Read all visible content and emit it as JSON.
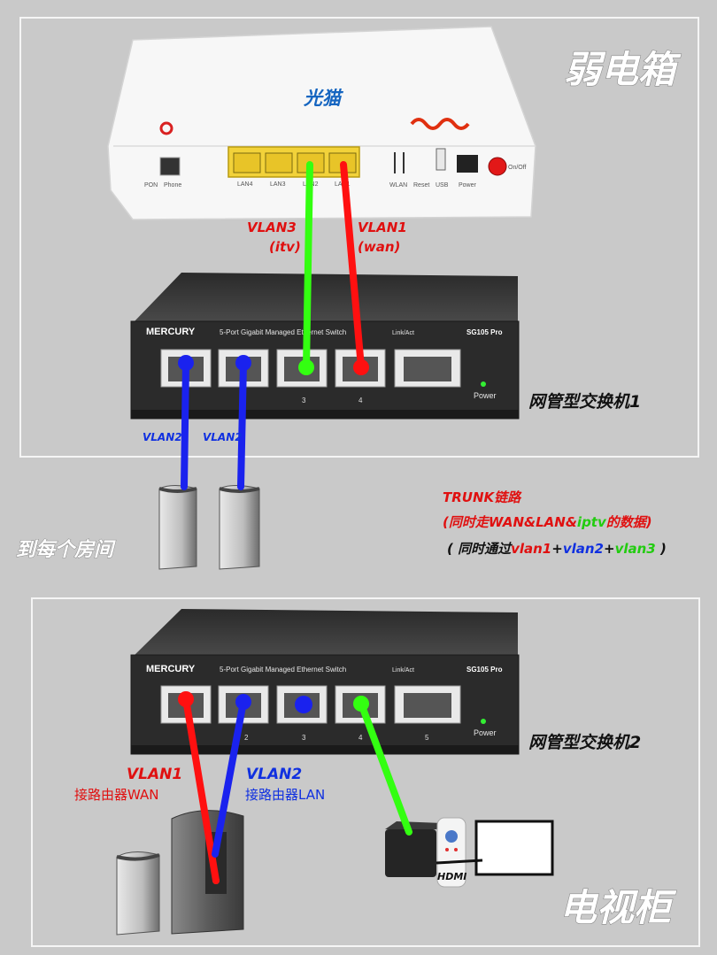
{
  "zones": {
    "top": "弱电箱",
    "bottom": "电视柜"
  },
  "modem": {
    "label": "光猫",
    "ports": [
      "PON",
      "Phone",
      "LAN4",
      "LAN3",
      "LAN2",
      "LAN1",
      "WLAN",
      "Reset",
      "USB",
      "Power",
      "On/Off"
    ]
  },
  "links": {
    "vlan3_top": "VLAN3",
    "vlan3_sub": "(itv)",
    "vlan1_top": "VLAN1",
    "vlan1_sub": "(wan)",
    "ap1_vlan": "VLAN2",
    "ap2_vlan": "VLAN2",
    "trunk_title": "TRUNK链路",
    "trunk_desc_a": "(同时走WAN&LAN&",
    "trunk_desc_b": "iptv",
    "trunk_desc_c": "的数据)",
    "trunk_vlan_a": "( 同时通过",
    "trunk_vlan_b": "vlan1",
    "trunk_vlan_c": "+",
    "trunk_vlan_d": "vlan2",
    "trunk_vlan_e": "+",
    "trunk_vlan_f": "vlan3",
    "trunk_vlan_g": " )",
    "router_vlan1": "VLAN1",
    "router_wan": "接路由器WAN",
    "router_vlan2": "VLAN2",
    "router_lan": "接路由器LAN"
  },
  "switch1": {
    "brand": "MERCURY",
    "desc": "5-Port Gigabit Managed Ethernet Switch",
    "model": "SG105 Pro",
    "linkact": "Link/Act",
    "power": "Power",
    "ports": [
      "3",
      "4"
    ],
    "label": "网管型交换机1"
  },
  "switch2": {
    "brand": "MERCURY",
    "desc": "5-Port Gigabit Managed Ethernet Switch",
    "model": "SG105 Pro",
    "linkact": "Link/Act",
    "power": "Power",
    "ports": [
      "2",
      "3",
      "4",
      "5"
    ],
    "label": "网管型交换机2"
  },
  "rooms_label": "到每个房间",
  "hdmi": "HDMI",
  "colors": {
    "red": "#ff1010",
    "green": "#33ff11",
    "blue": "#1a22ee",
    "background": "#c9c9c9"
  }
}
